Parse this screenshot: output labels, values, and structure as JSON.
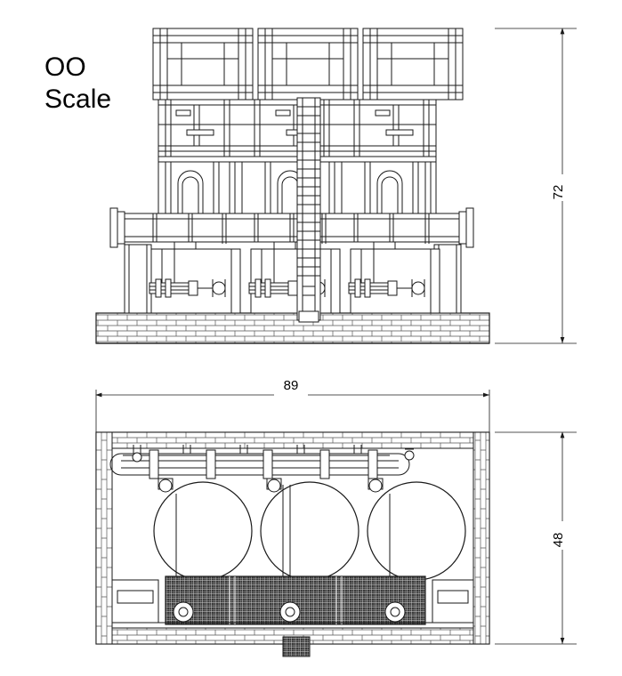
{
  "drawing": {
    "title_line1": "OO",
    "title_line2": "Scale",
    "dimensions": {
      "elevation_height": "72",
      "plan_width": "89",
      "plan_depth": "48"
    },
    "colors": {
      "line": "#1a1a1a",
      "hatch": "#555555",
      "background": "#ffffff",
      "fill_dark": "#3a3a3a"
    },
    "views": [
      {
        "name": "front-elevation",
        "description": "Front elevation of three-cylinder tank building on brick plinth with ladders, gantries and valve gear"
      },
      {
        "name": "plan-view",
        "description": "Plan view showing three circular tanks within brick walled enclosure with pipework along top and grated floor section below"
      }
    ]
  }
}
